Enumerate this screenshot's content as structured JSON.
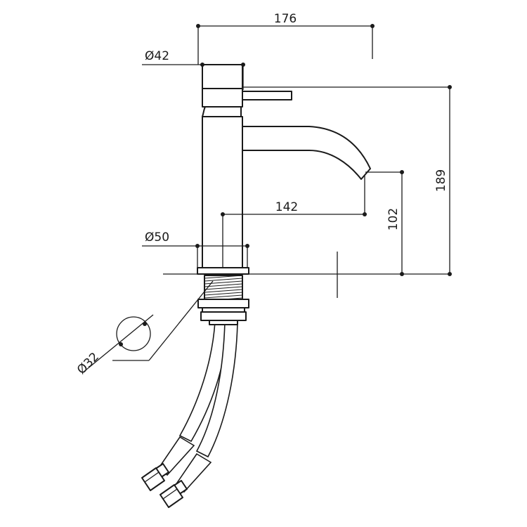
{
  "dimensions": {
    "total_projection": "176",
    "handle_diameter": "Ø42",
    "total_height": "189",
    "spout_reach": "142",
    "spout_height": "102",
    "base_diameter": "Ø50",
    "tail_diameter": "Ø32"
  },
  "colors": {
    "line": "#1a1a1a",
    "background": "#ffffff"
  }
}
